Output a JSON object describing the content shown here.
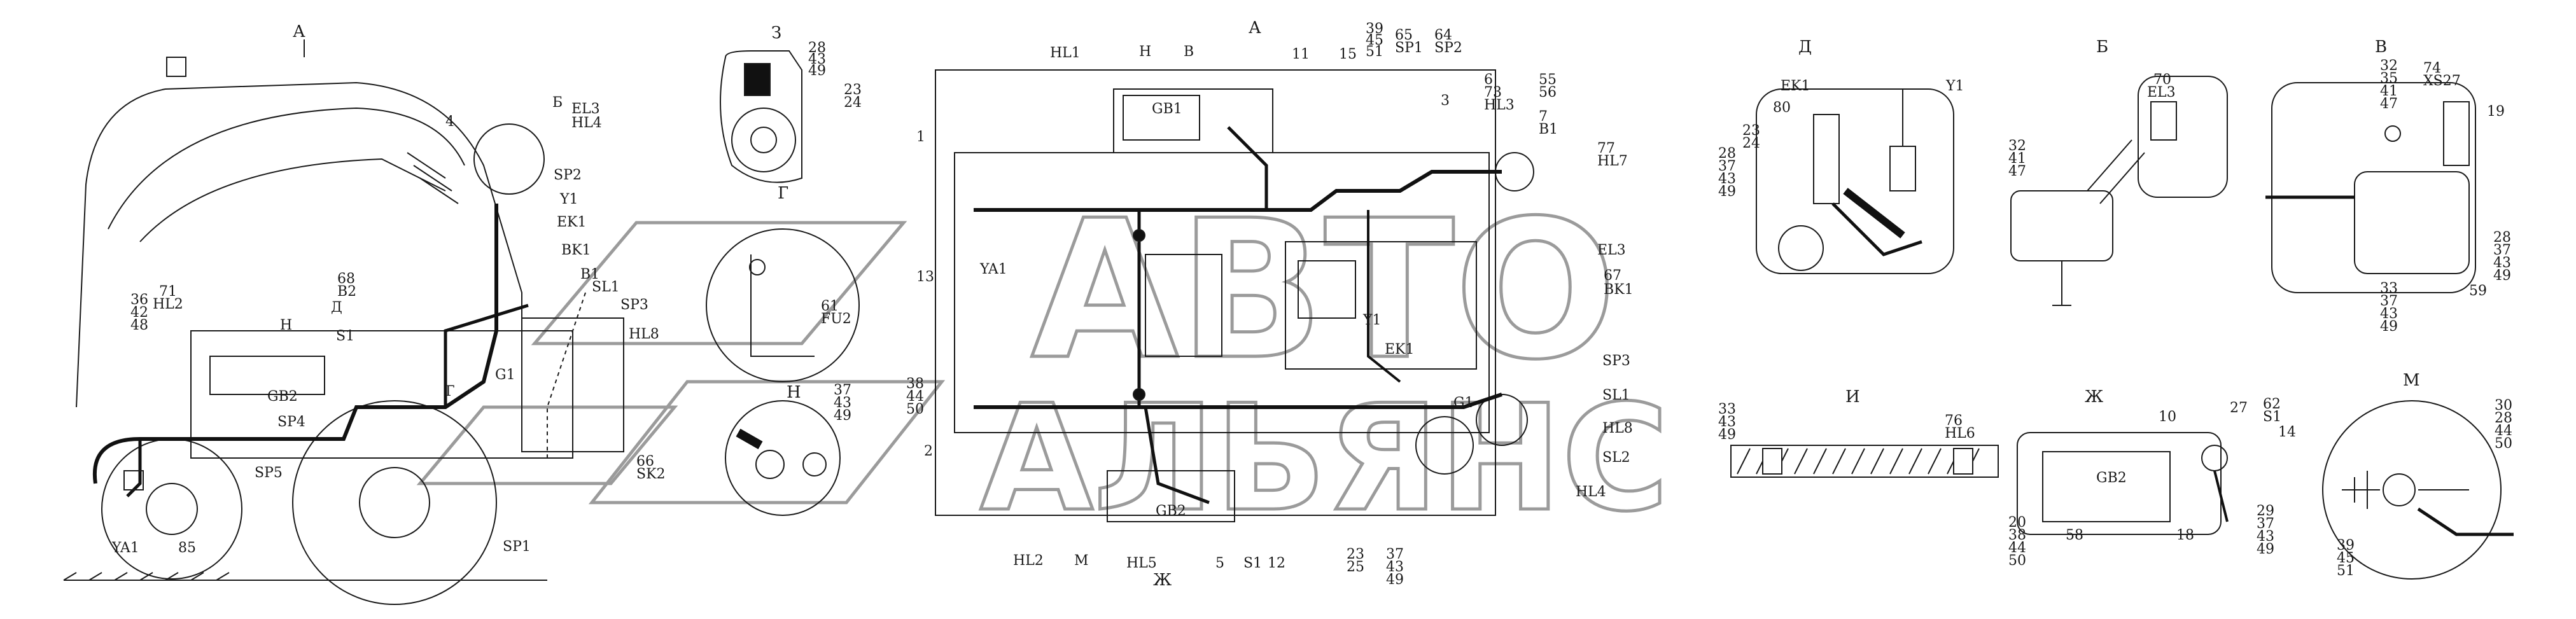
{
  "colors": {
    "ink": "#1a1a1a",
    "harness": "#111111",
    "watermark": "#7a7a7a"
  },
  "watermark": {
    "line1": "АВТО",
    "line2": "АЛЬЯНС"
  },
  "views": {
    "A": "А",
    "B": "Б",
    "V": "В",
    "G": "Г",
    "D": "Д",
    "Zh": "Ж",
    "Z": "З",
    "I": "И",
    "M": "М",
    "N": "Н"
  },
  "labels": {
    "A_arrow": "А",
    "zh_arrow": "Ж",
    "n4": "4",
    "EL3_HL4": [
      "EL3",
      "HL4"
    ],
    "B_leader": "Б",
    "SP2": "SP2",
    "Y1": "Y1",
    "EK1": "EK1",
    "BK1": "BK1",
    "B1": "B1",
    "SL1": "SL1",
    "SP3": "SP3",
    "HL8": "HL8",
    "s68B2": [
      "68",
      "B2"
    ],
    "D_leader": "Д",
    "s71HL2": [
      "71",
      "HL2"
    ],
    "s364248": [
      "36",
      "42",
      "48"
    ],
    "H_leader": "Н",
    "S1": "S1",
    "G_leader": "Г",
    "G1": "G1",
    "GB2": "GB2",
    "SP4": "SP4",
    "SP5": "SP5",
    "YA1": "YA1",
    "n85": "85",
    "SP1": "SP1",
    "s66SK2": [
      "66",
      "SK2"
    ],
    "z_list": [
      "28",
      "43",
      "49"
    ],
    "z_2324": [
      "23",
      "24"
    ],
    "s61FU2": [
      "61",
      "FU2"
    ],
    "n_list": [
      "37",
      "43",
      "49"
    ],
    "a_HL1": "HL1",
    "a_H": "Н",
    "a_B": "В",
    "a_GB1": "GB1",
    "a_n11": "11",
    "a_n15": "15",
    "a_394551": [
      "39",
      "45",
      "51"
    ],
    "a_65SP1": [
      "65",
      "SP1"
    ],
    "a_64SP2": [
      "64",
      "SP2"
    ],
    "a_673HL3": [
      "6",
      "73",
      "HL3"
    ],
    "a_5556": [
      "55",
      "56"
    ],
    "a_7B1": [
      "7",
      "B1"
    ],
    "a_77HL7": [
      "77",
      "HL7"
    ],
    "a_n3": "3",
    "a_n1": "1",
    "a_n13": "13",
    "a_YA1": "YA1",
    "a_EL3": "EL3",
    "a_67BK1": [
      "67",
      "BK1"
    ],
    "a_Y1": "Y1",
    "a_EK1": "EK1",
    "a_SP3": "SP3",
    "a_G1": "G1",
    "a_SL1": "SL1",
    "a_HL8": "HL8",
    "a_SL2": "SL2",
    "a_HL4": "HL4",
    "a_384450": [
      "38",
      "44",
      "50"
    ],
    "a_n2": "2",
    "a_HL2": "HL2",
    "a_M": "М",
    "a_GB2": "GB2",
    "a_HL5": "HL5",
    "a_n5": "5",
    "a_S1": "S1",
    "a_n12": "12",
    "a_2325": [
      "23",
      "25"
    ],
    "a_374349": [
      "37",
      "43",
      "49"
    ],
    "d_EK1": "EK1",
    "d_80": "80",
    "d_2324": [
      "23",
      "24"
    ],
    "d_28374349": [
      "28",
      "37",
      "43",
      "49"
    ],
    "d_Y1": "Y1",
    "i_334349": [
      "33",
      "43",
      "49"
    ],
    "i_76HL6": [
      "76",
      "HL6"
    ],
    "b_70EL3": [
      "70",
      "EL3"
    ],
    "b_324147": [
      "32",
      "41",
      "47"
    ],
    "v_32354147": [
      "32",
      "35",
      "41",
      "47"
    ],
    "v_74XS27": [
      "74",
      "XS27"
    ],
    "v_19": "19",
    "v_28374349": [
      "28",
      "37",
      "43",
      "49"
    ],
    "v_59": "59",
    "v_33374349": [
      "33",
      "37",
      "43",
      "49"
    ],
    "zh_10": "10",
    "zh_27": "27",
    "zh_62S1": [
      "62",
      "S1"
    ],
    "zh_14": "14",
    "zh_GB2": "GB2",
    "zh_20384450": [
      "20",
      "38",
      "44",
      "50"
    ],
    "zh_58": "58",
    "zh_18": "18",
    "zh_29374349": [
      "29",
      "37",
      "43",
      "49"
    ],
    "m_30284450": [
      "30",
      "28",
      "44",
      "50"
    ],
    "m_394551": [
      "39",
      "45",
      "51"
    ]
  }
}
